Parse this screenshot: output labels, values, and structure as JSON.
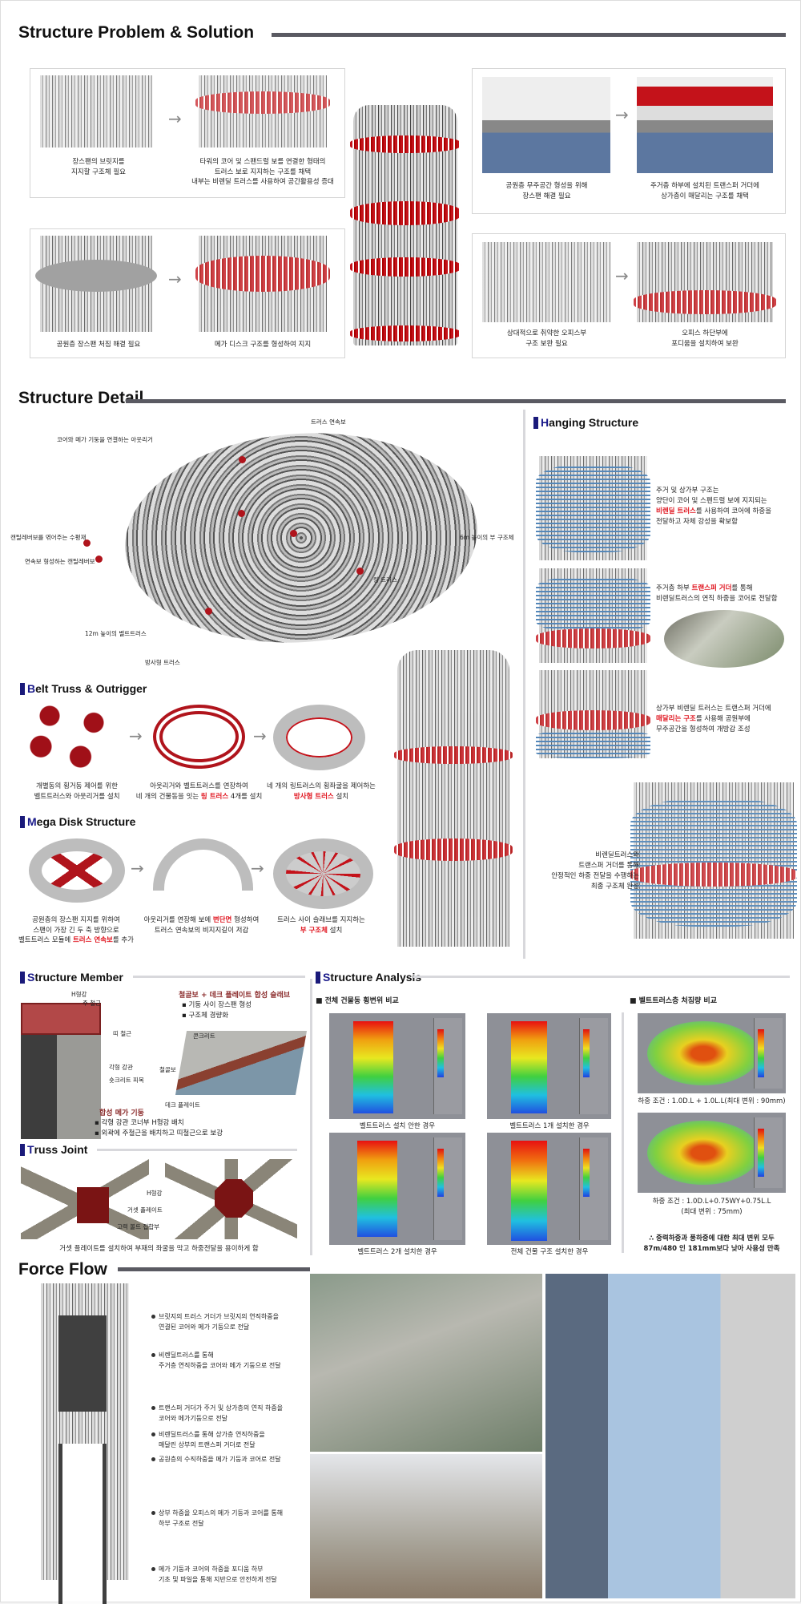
{
  "sections": {
    "problem": {
      "title": "Structure Problem & Solution",
      "panels": [
        {
          "left": [
            "장스팬의 브릿지를",
            "지지할 구조체 필요"
          ],
          "right": [
            "타워의 코어 및 스팬드럴 보를 연결한 형태의",
            "트러스 보로 지지하는 구조를 채택",
            "내부는 비렌딜 트러스를 사용하여 공간활용성 증대"
          ]
        },
        {
          "left": [
            "공원층 장스팬 처짐 해결 필요"
          ],
          "right": [
            "메가 디스크 구조를 형성하여 지지"
          ]
        },
        {
          "left": [
            "공원층 무주공간 형성을 위해",
            "장스팬 해결 필요"
          ],
          "right": [
            "주거층 하부에 설치된 트랜스퍼 거더에",
            "상가층이 매달리는 구조를 채택"
          ]
        },
        {
          "left": [
            "상대적으로 취약한 오피스부",
            "구조 보완 필요"
          ],
          "right": [
            "오피스 하단부에",
            "포디움을 설치하여 보완"
          ]
        }
      ]
    },
    "detail": {
      "title": "Structure Detail",
      "disk_labels": {
        "truss_continuous": "트러스 연속보",
        "outrigger": "코어와 메가 기둥을 연결하는 아웃리거",
        "horizontal": "캔틸레버보를 엮어주는 수평재",
        "cantilever": "연속보 형성하는 캔틸레버보",
        "sub_structure": "6m 높이의 부 구조체",
        "ring": "링 트러스",
        "belt": "12m 높이의 벨트트러스",
        "radial": "방사형 트러스"
      },
      "belt": {
        "title_first": "B",
        "title_rest": "elt Truss & Outrigger",
        "captions": [
          {
            "l1": "개별동의 횡거동 제어를 위한",
            "l2": "벨트트러스와 아웃리거를 설치"
          },
          {
            "l1": "아웃리거와 벨트트러스를 연장하여",
            "l2_pre": "네 개의 건물동을 잇는 ",
            "l2_hl": "링 트러스",
            "l2_post": " 4개를 설치"
          },
          {
            "l1": "네 개의 링트러스의 횡좌굴을 제어하는",
            "l2_hl": "방사형 트러스",
            "l2_post": " 설치"
          }
        ]
      },
      "mega": {
        "title_first": "M",
        "title_rest": "ega Disk Structure",
        "captions": [
          {
            "l1": "공원층의 장스팬 지지를 위하여",
            "l2": "스팬이 가장 긴 두 축 방향으로",
            "l3_pre": "벨트트러스 모듈에 ",
            "l3_hl": "트러스 연속보",
            "l3_post": "를 추가"
          },
          {
            "l1_pre": "아웃리거를 연장해 보에 ",
            "l1_hl": "변단면",
            "l1_post": " 형성하여",
            "l2": "트러스 연속보의 비지지길이 저감"
          },
          {
            "l1": "트러스 사이 슬래브를 지지하는",
            "l2_hl": "부 구조체",
            "l2_post": " 설치"
          }
        ]
      },
      "hanging": {
        "title_first": "H",
        "title_rest": "anging Structure",
        "steps": [
          {
            "l1": "주거 및 상가부 구조는",
            "l2": "양단이 코어 및 스펜드럴 보에 지지되는",
            "l3_hl": "비렌딜 트러스",
            "l3_post": "를 사용하여 코어에 하중을",
            "l4": "전달하고 자체 강성을 확보함"
          },
          {
            "l1_pre": "주거층 하부 ",
            "l1_hl": "트랜스퍼 거더",
            "l1_post": "를 통해",
            "l2": "비렌딜트러스의 연직 하중을 코어로 전달함"
          },
          {
            "l1": "상가부 비렌딜 트러스는 트랜스퍼 거더에",
            "l2_hl": "매달리는 구조",
            "l2_post": "를 사용해 공원부에",
            "l3": "무주공간을 형성하여 개방감 조성"
          },
          {
            "l1": "비렌딜트러스와",
            "l2": "트랜스퍼 거더를 통해",
            "l3": "안정적인 하중 전달을 수행하는",
            "l4": "최종 구조체 완성"
          }
        ]
      }
    },
    "member": {
      "title_first": "S",
      "title_rest": "tructure Member",
      "column_labels": {
        "h_steel": "H형강",
        "main_rebar": "주 철근",
        "tie_rebar": "띠 철근",
        "square_tube": "각형 강관",
        "shotcrete": "숏크리트 피복"
      },
      "column_title": "합성 메가 기둥",
      "column_bullets": [
        "각형 강관 코너부 H형강 배치",
        "외곽에 주철근을 배치하고 띠철근으로 보강"
      ],
      "slab_title": "철골보 + 데크 플레이트 합성 슬래브",
      "slab_bullets": [
        "기둥 사이 장스팬 형성",
        "구조체 경량화"
      ],
      "slab_labels": {
        "concrete": "콘크리트",
        "steel_beam": "철골보",
        "deck": "데크 플레이트"
      }
    },
    "joint": {
      "title_first": "T",
      "title_rest": "russ Joint",
      "labels": {
        "h_steel": "H형강",
        "gusset": "거셋 플레이트",
        "bolt": "고력 볼트 접합부"
      },
      "caption": "거셋 플레이트를 설치하여 부재의 좌굴을 막고 하중전달을 용이하게 함"
    },
    "analysis": {
      "title_first": "S",
      "title_rest": "tructure Analysis",
      "lateral_title": "전체 건물동 횡변위 비교",
      "lateral_cases": [
        "벨트트러스 설치 안한 경우",
        "벨트트러스 1개 설치한 경우",
        "벨트트러스 2개 설치한 경우",
        "전체 건물 구조 설치한 경우"
      ],
      "deflection_title": "벨트트러스층 처짐량 비교",
      "deflection_cases": [
        {
          "l1": "하중 조건 : 1.0D.L + 1.0L.L(최대 변위 : 90mm)"
        },
        {
          "l1": "하중 조건 :  1.0D.L+0.75WY+0.75L.L",
          "l2": "(최대 변위 : 75mm)"
        }
      ],
      "conclusion": [
        "∴ 중력하중과 풍하중에 대한 최대 변위 모두",
        "87m/480 인 181mm보다 낮아 사용성 만족"
      ]
    },
    "force": {
      "title": "Force Flow",
      "items": [
        [
          "브릿지의 트러스 거더가 브릿지의 연직하중을",
          "연결된 코어와 메가 기둥으로 전달"
        ],
        [
          "비렌딜트러스를 통해",
          "주거층 연직하중을 코어와 메가 기둥으로 전달"
        ],
        [
          "트랜스퍼 거더가 주거 및 상가층의 연직 하중을",
          "코어와 메가기둥으로 전달"
        ],
        [
          "비렌딜트러스를 통해 상가층 연직하중을",
          "매달린 상부의 트랜스퍼 거더로 전달"
        ],
        [
          "공원층의 수직하중을 메가 기둥과 코어로 전달"
        ],
        [
          "상부 하중을 오피스의 메가 기둥과 코어를 통해",
          "하부 구조로 전달"
        ],
        [
          "메가 기둥과 코어의 하중을 포디움 하부",
          "기초 및 파일을 통해 지반으로 안전하게 전달"
        ]
      ]
    }
  },
  "colors": {
    "highlight": "#e0141e",
    "accent_bar": "#1a1a7a",
    "truss_red": "#c4121a",
    "truss_blue": "#2a6aa8"
  }
}
